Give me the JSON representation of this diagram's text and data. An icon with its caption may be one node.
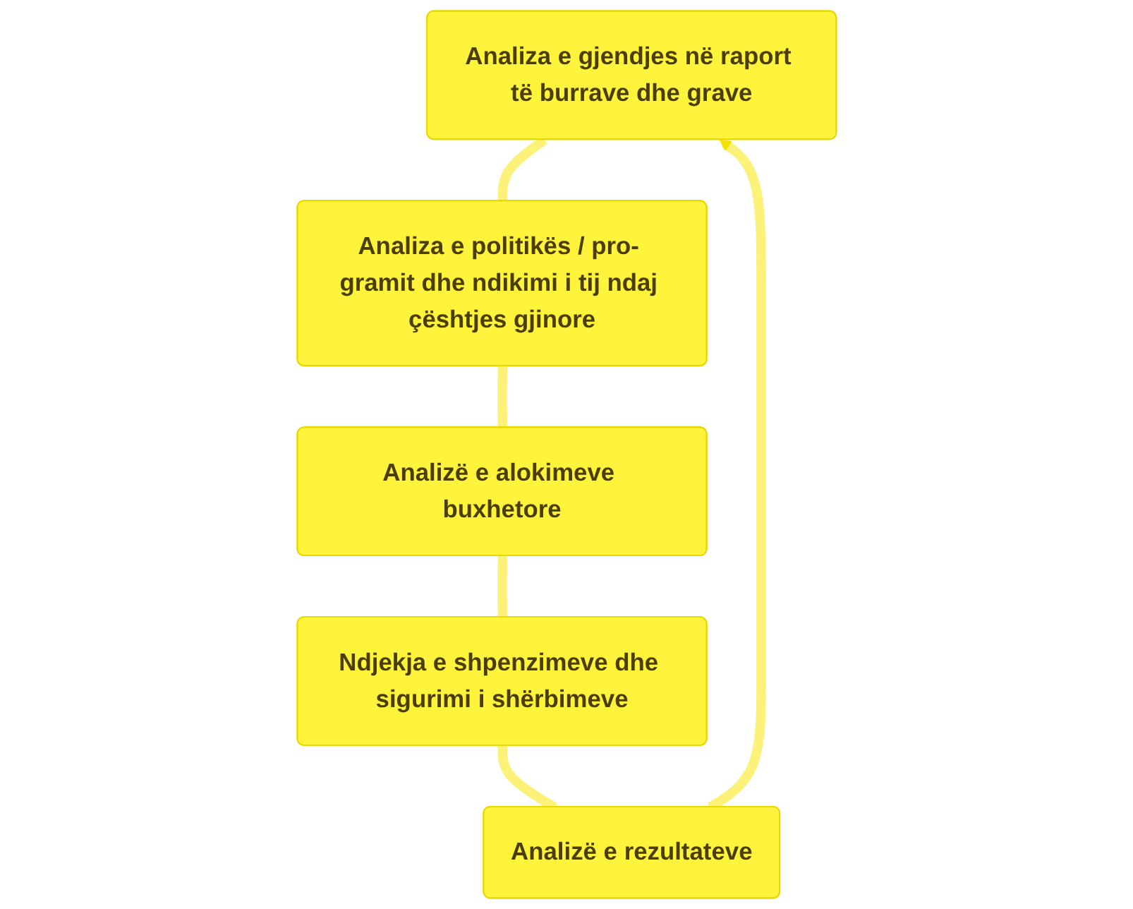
{
  "diagram": {
    "nodes": [
      {
        "text": [
          "Analiza e gjendjes në raport të burrave dhe grave"
        ]
      },
      {
        "text": [
          "Analiza e politikës / pro- gramit dhe ndikimi i tij ndaj çështjes gjinore"
        ]
      },
      {
        "text": [
          "Analizë e alokimeve buxhetore"
        ]
      },
      {
        "text": [
          "Ndjekja e shpenzimeve dhe sigurimi i shërbimeve"
        ]
      },
      {
        "text": [
          "Analizë e rezultateve"
        ]
      }
    ],
    "edges": [
      {
        "from": 0,
        "to": 1,
        "arrow": "none"
      },
      {
        "from": 1,
        "to": 2,
        "arrow": "none"
      },
      {
        "from": 2,
        "to": 3,
        "arrow": "none"
      },
      {
        "from": 3,
        "to": 4,
        "arrow": "none"
      },
      {
        "from": 4,
        "to": 0,
        "arrow": "to"
      }
    ]
  }
}
